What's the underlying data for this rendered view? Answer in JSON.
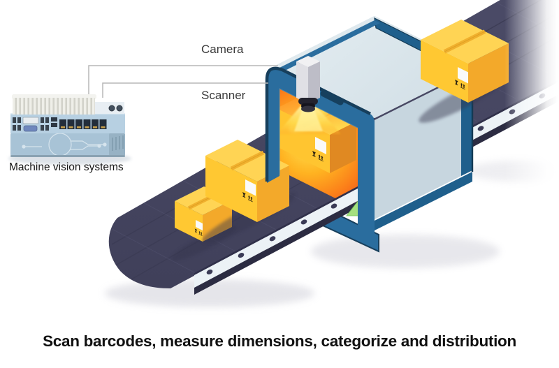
{
  "illustration": {
    "machine_label": "Machine vision systems",
    "callouts": {
      "camera": "Camera",
      "scanner": "Scanner"
    },
    "caption": "Scan barcodes, measure dimensions, categorize and distribution",
    "objects": [
      "machine-vision-computer",
      "conveyor-belt",
      "scanner-tunnel",
      "overhead-camera",
      "scan-light-beam",
      "cardboard-box-small",
      "cardboard-box-medium",
      "cardboard-box-being-scanned",
      "cardboard-box-outfeed"
    ],
    "icons": [
      "fragile-icon",
      "this-side-up-icon"
    ],
    "colors": {
      "box_yellow": "#ffc832",
      "box_top": "#ffd454",
      "box_side_dark": "#f3a92a",
      "belt": "#45455f",
      "belt_edge": "#2c2c42",
      "rail_white": "#ecf2f6",
      "frame_blue": "#2a6d9e",
      "frame_dark": "#173f5c",
      "tunnel_top": "#dfe9ee",
      "tunnel_side": "#c7d6df",
      "glow_core": "#ffdf4e",
      "glow_edge": "#e63a20",
      "scan_window_green": "#a5e07f",
      "device_blue": "#b7d0e2",
      "connector_line": "#b7b7b7",
      "label_text": "#3a3a3a",
      "caption_text": "#101010"
    }
  }
}
